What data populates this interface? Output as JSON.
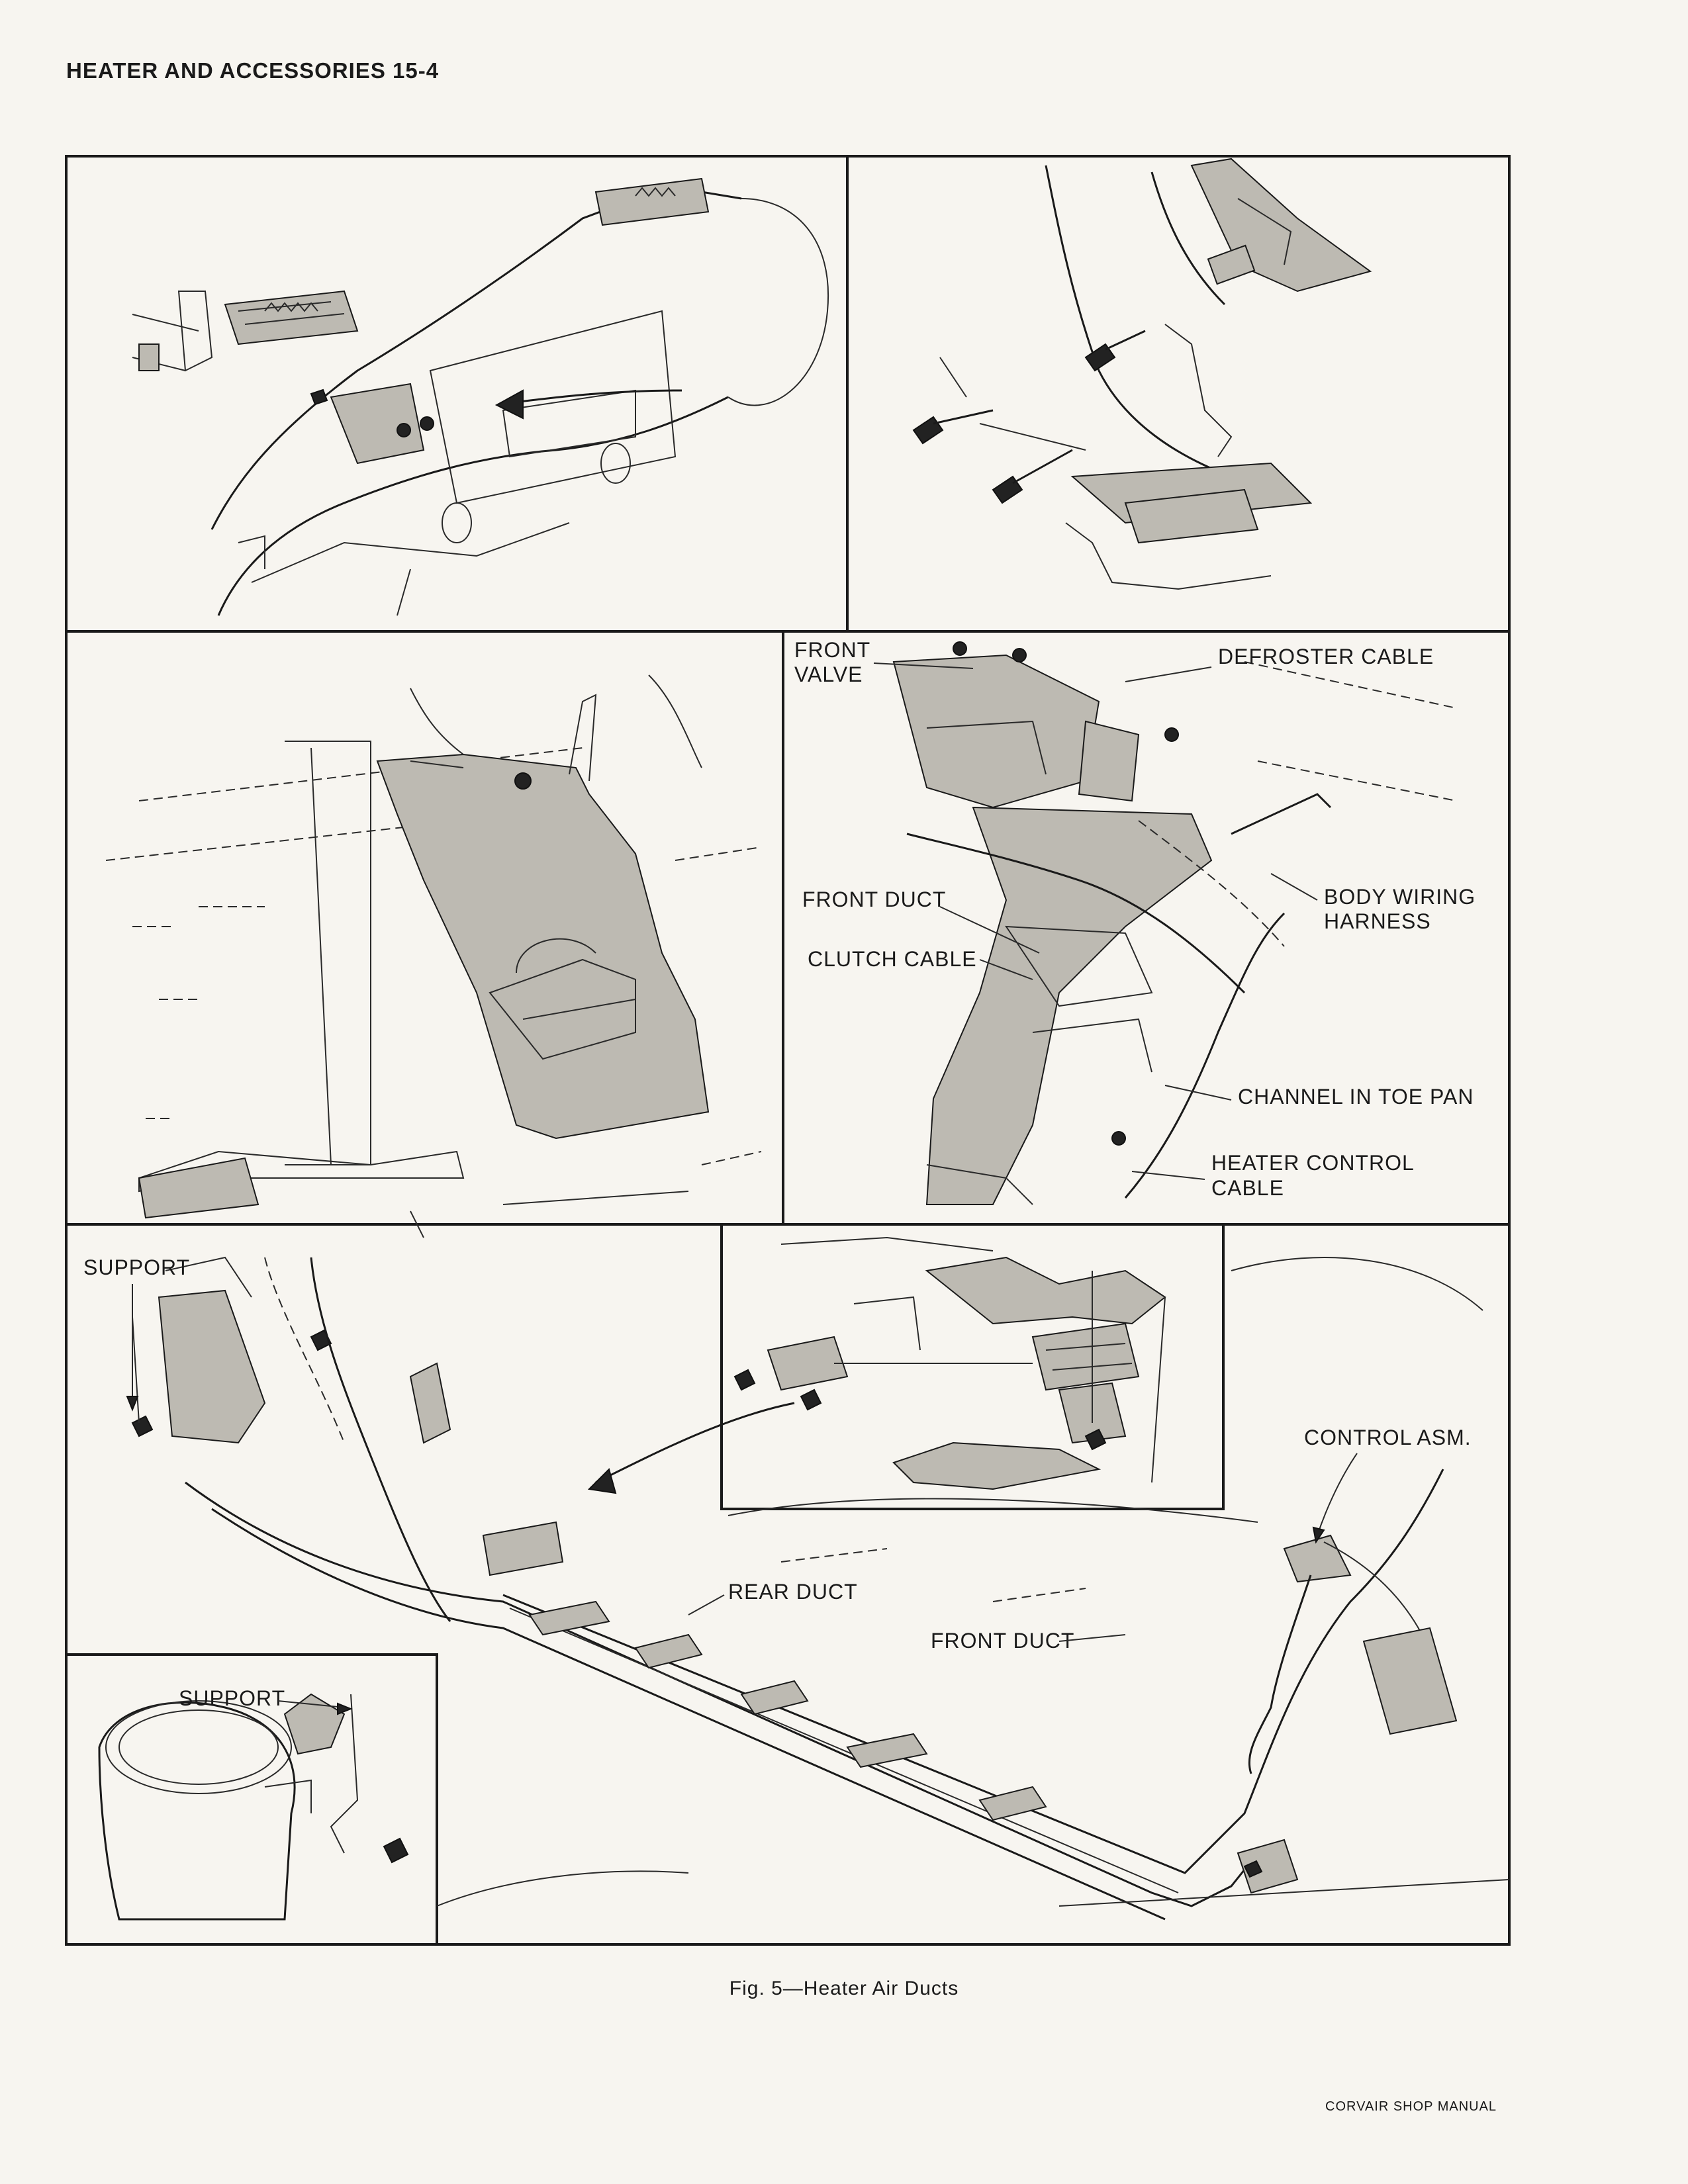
{
  "header": {
    "title": "HEATER AND ACCESSORIES 15-4"
  },
  "labels": {
    "front_valve_1": "FRONT",
    "front_valve_2": "VALVE",
    "defroster_cable": "DEFROSTER CABLE",
    "body_wiring_1": "BODY WIRING",
    "body_wiring_2": "HARNESS",
    "front_duct_upper": "FRONT DUCT",
    "clutch_cable": "CLUTCH CABLE",
    "channel_toe_pan": "CHANNEL IN TOE PAN",
    "heater_control_1": "HEATER CONTROL",
    "heater_control_2": "CABLE",
    "support_top": "SUPPORT",
    "control_asm": "CONTROL ASM.",
    "rear_duct": "REAR DUCT",
    "front_duct_lower": "FRONT DUCT",
    "support_bottom": "SUPPORT"
  },
  "caption": "Fig. 5—Heater Air Ducts",
  "footer": "CORVAIR SHOP MANUAL"
}
